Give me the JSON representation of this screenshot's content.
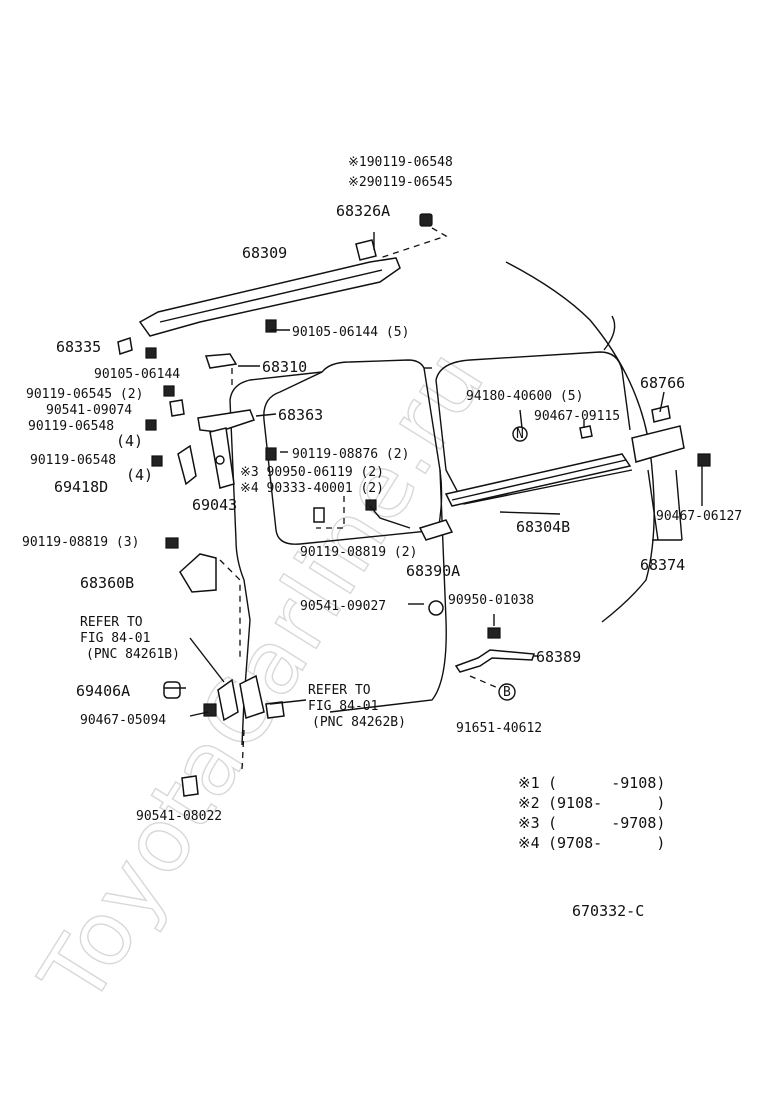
{
  "watermark": "ToyotaCarline.ru",
  "figure_id": "670332-C",
  "labels": {
    "n1": "※190119-06548",
    "n2": "※290119-06545",
    "p68326A": "68326A",
    "p68309": "68309",
    "p90105_5": "90105-06144 (5)",
    "p68335": "68335",
    "p68310": "68310",
    "p90105": "90105-06144",
    "p90119_2": "90119-06545 (2)",
    "p90541_074": "90541-09074",
    "p90119_548a": "90119-06548",
    "q4a": "(4)",
    "p68363": "68363",
    "p90119_876": "90119-08876 (2)",
    "p90119_548b": "90119-06548",
    "q4b": "(4)",
    "p69418D": "69418D",
    "p69043": "69043",
    "n3": "※3 90950-06119 (2)",
    "n4": "※4 90333-40001 (2)",
    "p90119_819_3": "90119-08819 (3)",
    "p90119_819_2": "90119-08819 (2)",
    "p68360B": "68360B",
    "p68390A": "68390A",
    "p90541_027": "90541-09027",
    "p90950_038": "90950-01038",
    "p94180": "94180-40600 (5)",
    "p90467_115": "90467-09115",
    "p68766": "68766",
    "p68304B": "68304B",
    "p90467_127": "90467-06127",
    "p68374": "68374",
    "ref1a": "REFER TO",
    "ref1b": "FIG 84-01",
    "ref1c": "(PNC 84261B)",
    "p69406A": "69406A",
    "p90467_094": "90467-05094",
    "ref2a": "REFER TO",
    "ref2b": "FIG 84-01",
    "ref2c": "(PNC 84262B)",
    "p68389": "68389",
    "p91651": "91651-40612",
    "p90541_022": "90541-08022",
    "mN": "N",
    "mB": "B"
  },
  "legend": [
    {
      "mark": "※1",
      "range": "(      -9108)"
    },
    {
      "mark": "※2",
      "range": "(9108-      )"
    },
    {
      "mark": "※3",
      "range": "(      -9708)"
    },
    {
      "mark": "※4",
      "range": "(9708-      )"
    }
  ]
}
